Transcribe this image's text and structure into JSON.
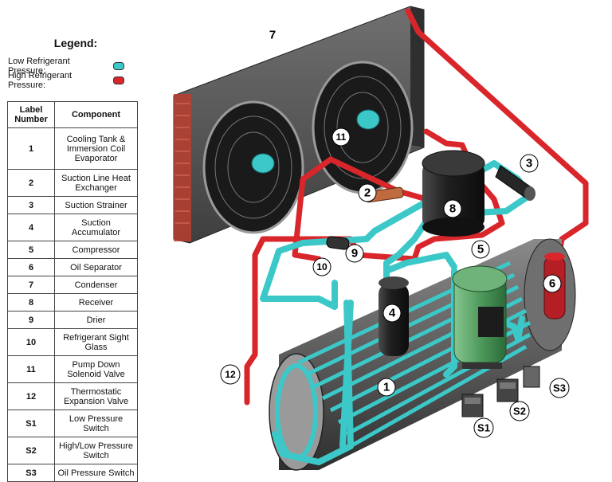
{
  "legend": {
    "title": "Legend:",
    "low": {
      "label": "Low Refrigerant Pressure:",
      "color": "#3cc8c8"
    },
    "high": {
      "label": "High Refrigerant Pressure:",
      "color": "#d9262b"
    }
  },
  "table": {
    "headers": {
      "label": "Label Number",
      "component": "Component"
    },
    "rows": [
      {
        "num": "1",
        "name": "Cooling Tank & Immersion Coil Evaporator"
      },
      {
        "num": "2",
        "name": "Suction Line Heat Exchanger"
      },
      {
        "num": "3",
        "name": "Suction Strainer"
      },
      {
        "num": "4",
        "name": "Suction Accumulator"
      },
      {
        "num": "5",
        "name": "Compressor"
      },
      {
        "num": "6",
        "name": "Oil Separator"
      },
      {
        "num": "7",
        "name": "Condenser"
      },
      {
        "num": "8",
        "name": "Receiver"
      },
      {
        "num": "9",
        "name": "Drier"
      },
      {
        "num": "10",
        "name": "Refrigerant Sight Glass"
      },
      {
        "num": "11",
        "name": "Pump Down Solenoid Valve"
      },
      {
        "num": "12",
        "name": "Thermostatic Expansion Valve"
      },
      {
        "num": "S1",
        "name": "Low Pressure Switch"
      },
      {
        "num": "S2",
        "name": "High/Low Pressure Switch"
      },
      {
        "num": "S3",
        "name": "Oil Pressure Switch"
      }
    ]
  },
  "callouts": {
    "c1": "1",
    "c2": "2",
    "c3": "3",
    "c4": "4",
    "c5": "5",
    "c6": "6",
    "c7": "7",
    "c8": "8",
    "c9": "9",
    "c10": "10",
    "c11": "11",
    "c12": "12",
    "s1": "S1",
    "s2": "S2",
    "s3": "S3"
  }
}
